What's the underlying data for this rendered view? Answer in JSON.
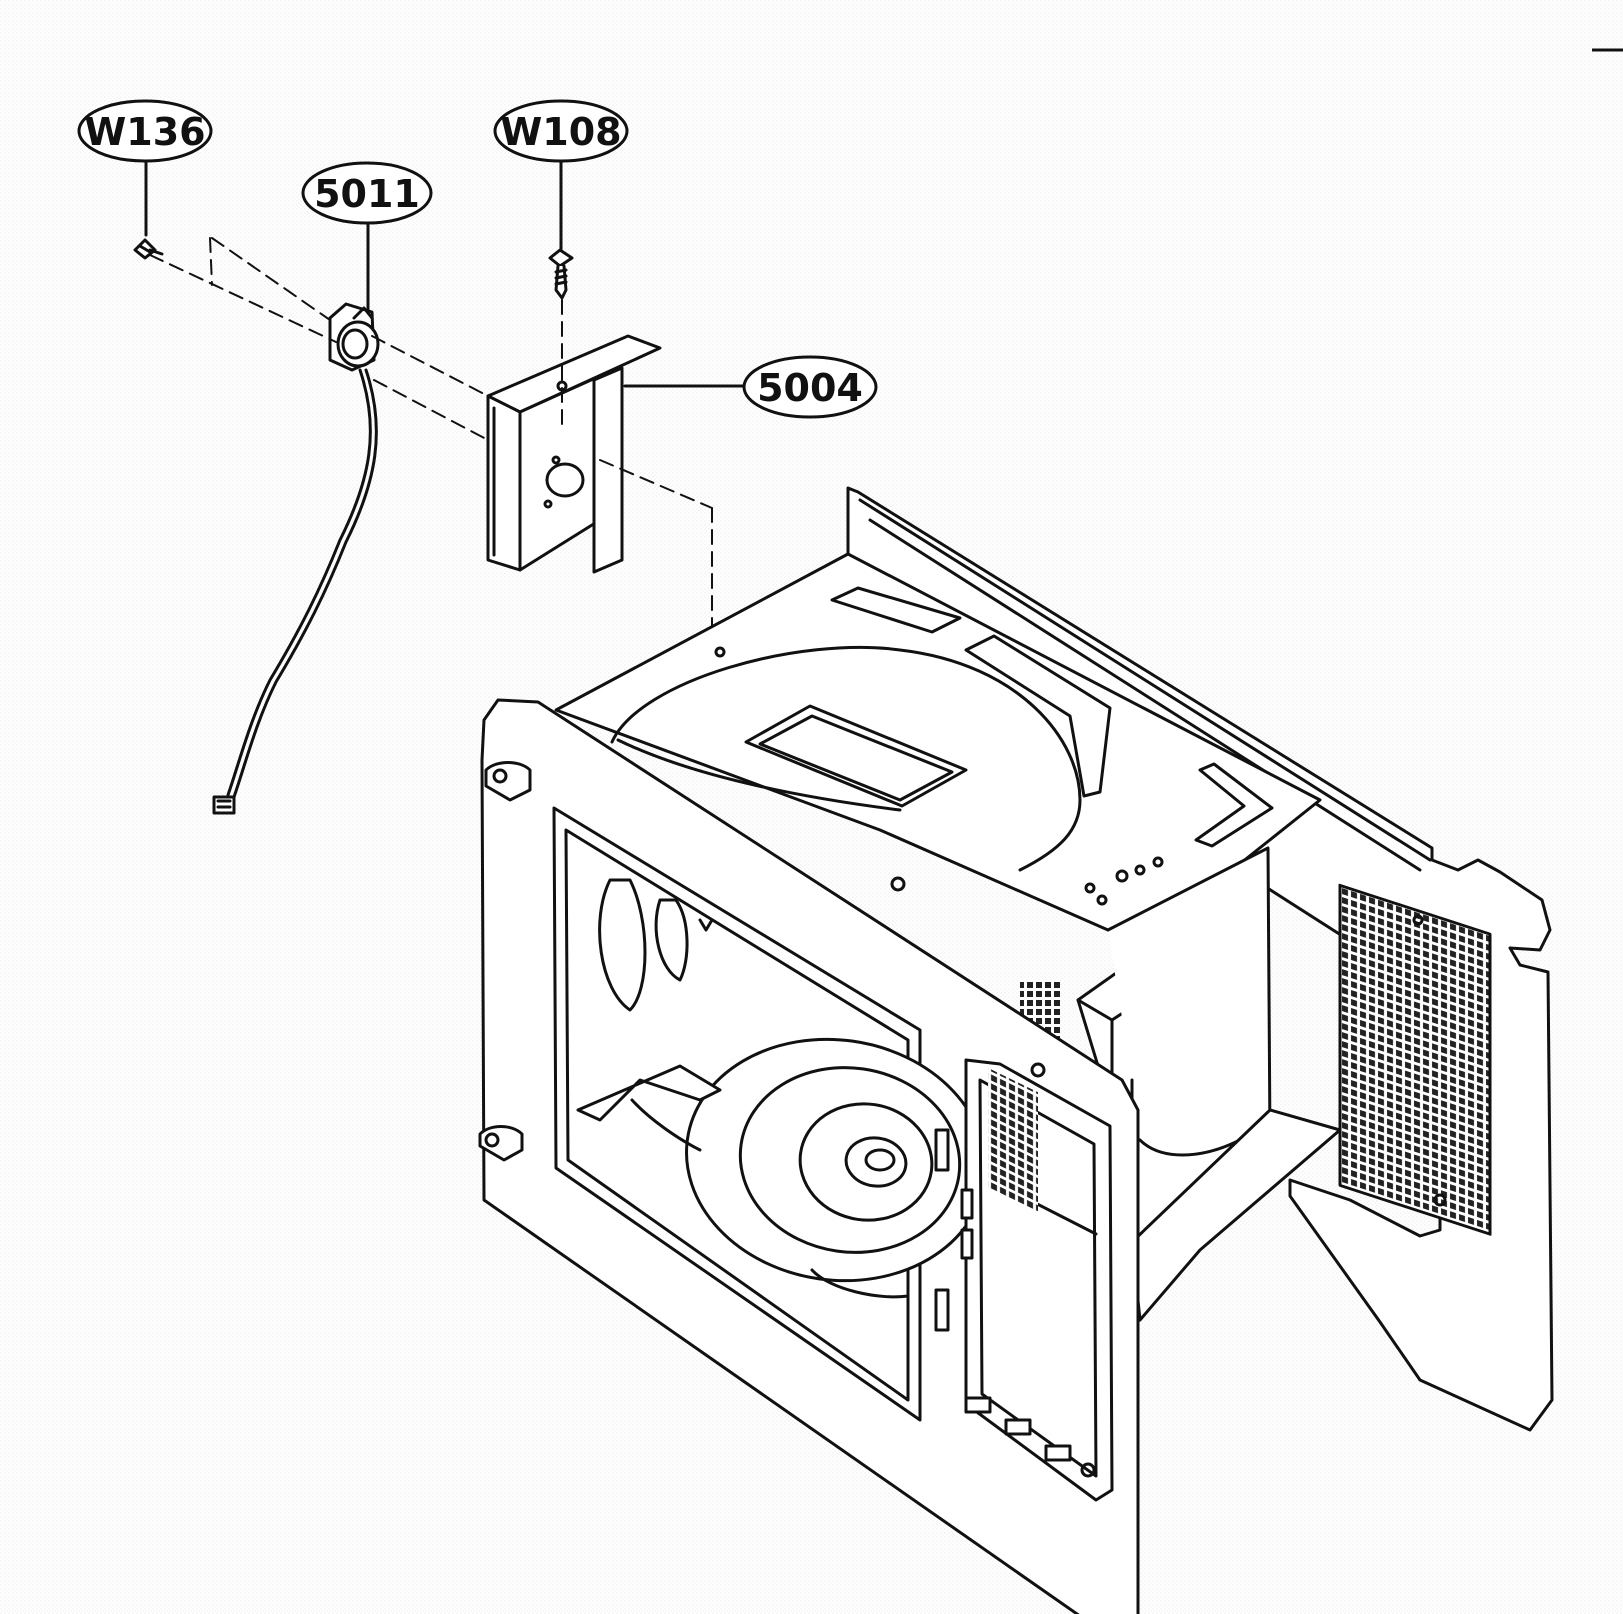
{
  "callouts": {
    "w136": "W136",
    "w108": "W108",
    "p5011": "5011",
    "p5004": "5004"
  },
  "colors": {
    "line": "#111111",
    "background": "#ffffff",
    "part_fill": "#ffffff",
    "grille_fill": "#2a2a2a",
    "shade": "#e6e6e6"
  }
}
